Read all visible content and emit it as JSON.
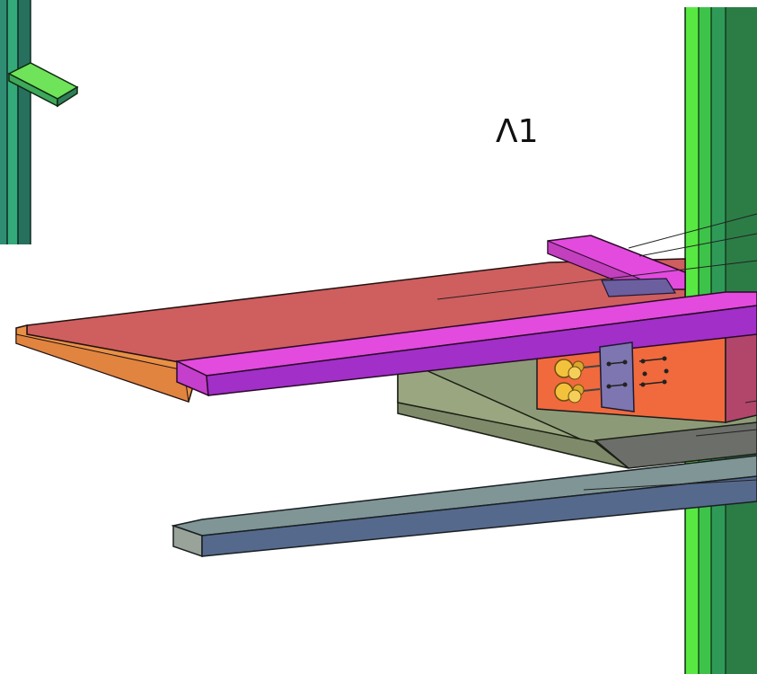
{
  "diagram": {
    "label": "Λ1",
    "components": [
      "left-column",
      "left-bracket",
      "right-column",
      "floor-slab",
      "edge-beam",
      "cross-beam",
      "connection-plate",
      "bolt-group",
      "support-block",
      "lower-strut",
      "leader-lines"
    ],
    "colors": {
      "column_green": "#3ee63a",
      "column_dark_green": "#2e8a4a",
      "slab_red": "#cf5e5e",
      "slab_edge_orange": "#e89146",
      "beam_magenta": "#e24bdd",
      "beam_purple": "#a12fc8",
      "plate_orange": "#f06a3d",
      "support_khaki": "#8d9a77",
      "support_dark": "#6c6e6a",
      "strut_gray": "#7d8d92",
      "strut_blue": "#5c6f9a",
      "bolt_yellow": "#f2c23d",
      "connector_lavender": "#7d76b0"
    }
  }
}
